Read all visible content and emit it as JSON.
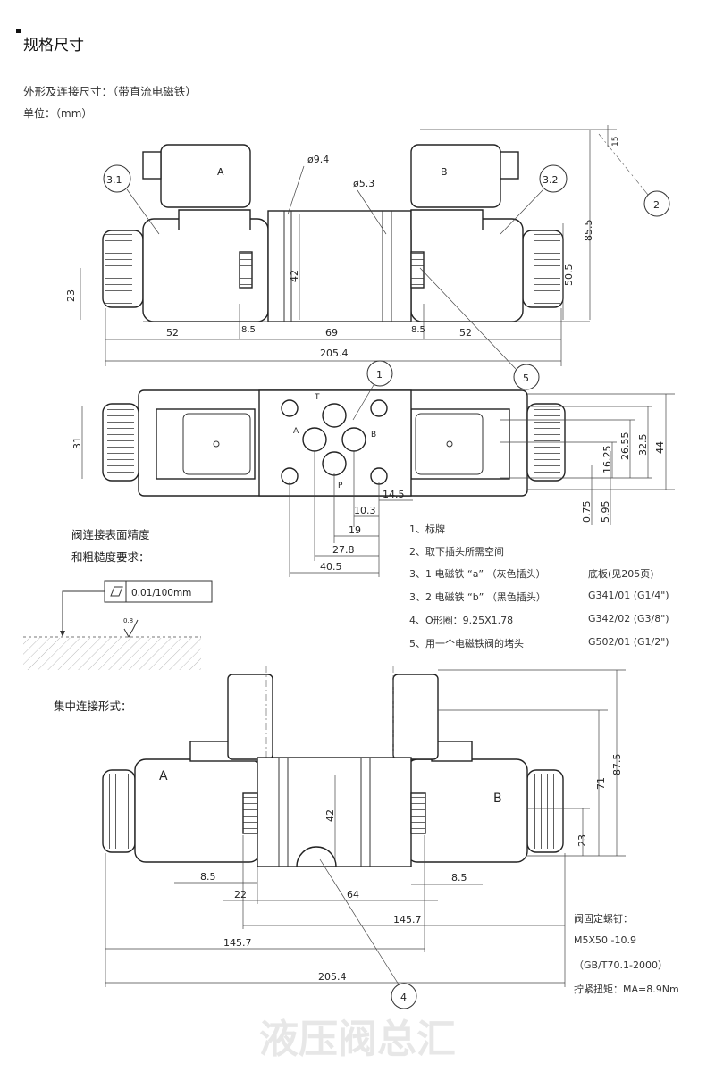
{
  "header": {
    "title": "规格尺寸",
    "subtitle": "外形及连接尺寸：（带直流电磁铁）",
    "unit": "单位：（mm）"
  },
  "watermark": "液压阀总汇",
  "view_top": {
    "coil_labels": [
      "A",
      "B"
    ],
    "callouts": [
      "3.1",
      "3.2",
      "2",
      "5",
      "1"
    ],
    "diameters": [
      "ø9.4",
      "ø5.3"
    ],
    "dims": {
      "d52l": "52",
      "d69": "69",
      "d52r": "52",
      "d205": "205.4",
      "d85l": "8.5",
      "d85r": "8.5",
      "d23": "23",
      "d42": "42",
      "d855": "85.5",
      "d505": "50.5",
      "d15": "15"
    }
  },
  "view_plan": {
    "ports": [
      "T",
      "A",
      "B",
      "P"
    ],
    "dims": {
      "d31": "31",
      "d2655": "26.55",
      "d325": "32.5",
      "d44": "44",
      "d1625": "16.25",
      "d075": "0.75",
      "d595": "5.95",
      "d145": "14.5",
      "d103": "10.3",
      "d19": "19",
      "d278": "27.8",
      "d405": "40.5"
    }
  },
  "surface": {
    "line1": "阀连接表面精度",
    "line2": "和粗糙度要求：",
    "tolerance": "0.01/100mm",
    "roughness": "0.8"
  },
  "legend": [
    {
      "left": "1、标牌",
      "right": ""
    },
    {
      "left": "2、取下插头所需空间",
      "right": ""
    },
    {
      "left": "3、1 电磁铁 “a” （灰色插头）",
      "right": "底板(见205页)"
    },
    {
      "left": "3、2 电磁铁 “b” （黑色插头）",
      "right": "G341/01 (G1/4\")"
    },
    {
      "left": "4、O形圈：9.25X1.78",
      "right": "G342/02 (G3/8\")"
    },
    {
      "left": "5、用一个电磁铁阀的堵头",
      "right": "G502/01 (G1/2\")"
    }
  ],
  "view_central": {
    "title": "集中连接形式：",
    "coil_labels": [
      "A",
      "B"
    ],
    "callout": "4",
    "dims": {
      "d875": "87.5",
      "d71": "71",
      "d23": "23",
      "d42": "42",
      "d85l": "8.5",
      "d85r": "8.5",
      "d22": "22",
      "d64": "64",
      "d1457a": "145.7",
      "d1457b": "145.7",
      "d205": "205.4"
    }
  },
  "screw": {
    "title": "阀固定螺钉：",
    "spec": "M5X50 -10.9",
    "standard": "（GB/T70.1-2000）",
    "torque": "拧紧扭矩：MA=8.9Nm"
  }
}
